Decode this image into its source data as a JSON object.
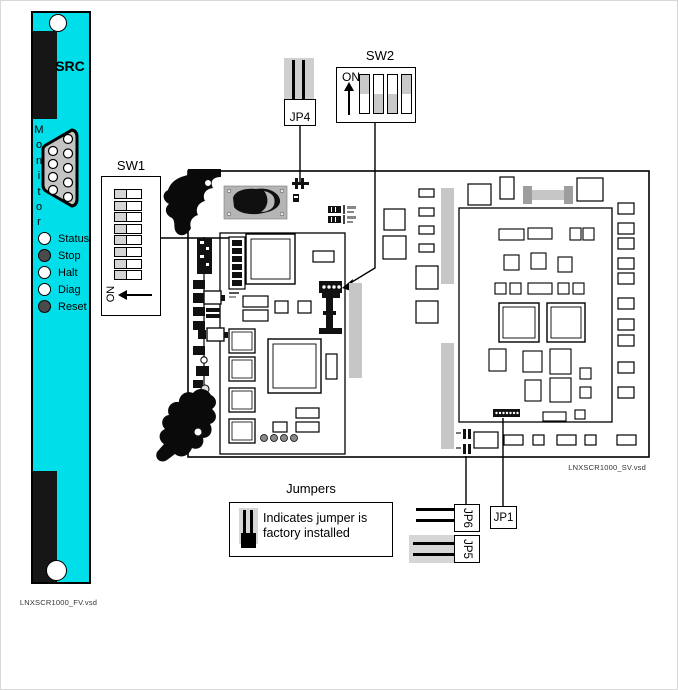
{
  "colors": {
    "panel_cyan": "#00dfe9",
    "led_dark": "#4a4a4a",
    "connector_gray": "#c6c6c6",
    "jumper_pad_gray": "#d6d6d6"
  },
  "front_panel": {
    "title": "SRC",
    "vertical_label": "Monitor",
    "leds": [
      {
        "label": "Status",
        "state": "off"
      },
      {
        "label": "Stop",
        "state": "on"
      },
      {
        "label": "Halt",
        "state": "off"
      },
      {
        "label": "Diag",
        "state": "off"
      },
      {
        "label": "Reset",
        "state": "on"
      }
    ],
    "caption": "LNXSCR1000_FV.vsd"
  },
  "board": {
    "caption": "LNXSCR1000_SV.vsd"
  },
  "sw1": {
    "label": "SW1",
    "on_label": "ON",
    "switches": [
      "on",
      "on",
      "on",
      "on",
      "on",
      "on",
      "on",
      "on"
    ]
  },
  "sw2": {
    "label": "SW2",
    "on_label": "ON",
    "switches": [
      "up",
      "down",
      "down",
      "up"
    ]
  },
  "jumpers": {
    "jp4": {
      "label": "JP4",
      "factory_installed": true
    },
    "jp5": {
      "label": "JP5",
      "factory_installed": true
    },
    "jp6": {
      "label": "JP6",
      "factory_installed": false
    },
    "jp1": {
      "label": "JP1",
      "factory_installed": false
    }
  },
  "legend": {
    "title": "Jumpers",
    "text": "Indicates jumper is factory installed"
  }
}
